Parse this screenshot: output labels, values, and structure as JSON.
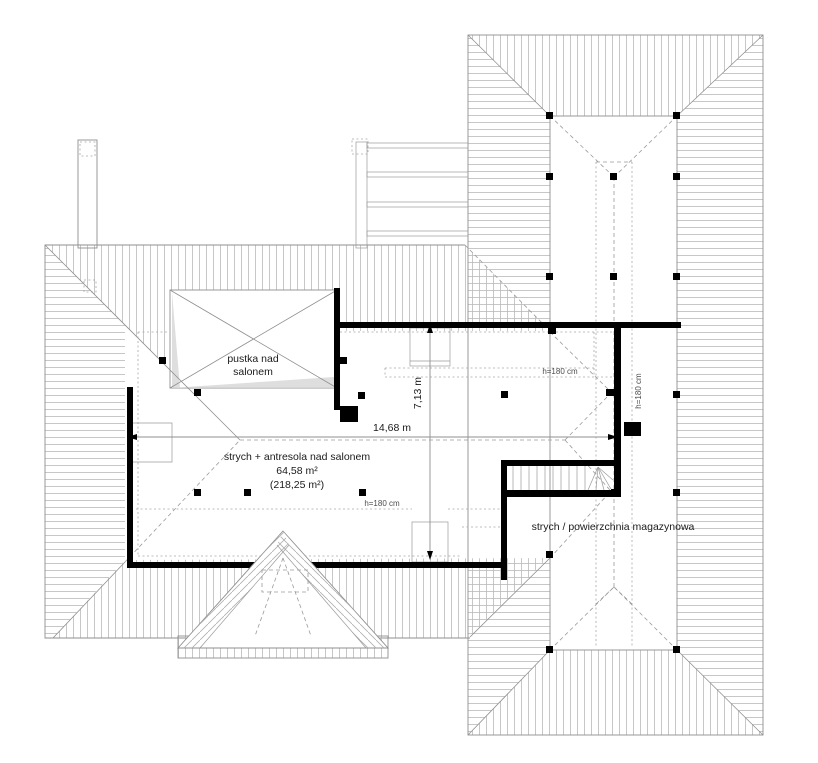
{
  "drawing": {
    "type": "attic floor plan (rzut poddasza)",
    "labels": {
      "pustka": {
        "line1": "pustka nad",
        "line2": "salonem"
      },
      "strych": {
        "line1": "strych + antresola nad salonem",
        "line2": "64,58 m²",
        "line3": "(218,25 m²)"
      },
      "magazyn": "strych / powierzchnia magazynowa",
      "h180_north": "h=180 cm",
      "h180_south": "h=180 cm",
      "h180_east": "h=180 cm"
    },
    "dimensions": {
      "width": "14,68 m",
      "height": "7,13 m"
    },
    "colors": {
      "walls": "#000000",
      "hatch": "#b9b9b9",
      "roof_lines": "#8f8f8f",
      "text": "#1a1a1a",
      "void_shade": "#d6d6d6",
      "background": "#ffffff"
    }
  }
}
